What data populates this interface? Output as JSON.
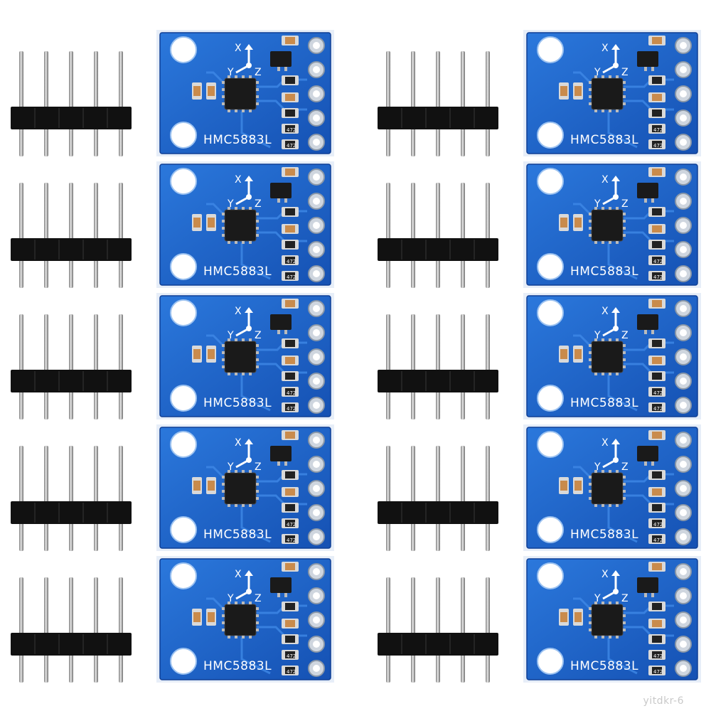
{
  "product": {
    "board_label": "HMC5883L",
    "axis_labels": {
      "x": "X",
      "y": "Y",
      "z": "Z"
    },
    "resistor_marking": "472",
    "module_count": 10,
    "pins_per_header": 5
  },
  "layout_hint": {
    "columns": 2,
    "rows": 5
  },
  "colors": {
    "pcb_blue": "#1f66c8",
    "pcb_edge": "#0f3f95",
    "header_plastic": "#111111",
    "pin_metal": "#b8b8b8",
    "chip_black": "#1a1a1a",
    "pad_gold": "#d9d9d9",
    "capacitor_tan": "#c98b4c"
  },
  "watermark": "yitdkr-6"
}
